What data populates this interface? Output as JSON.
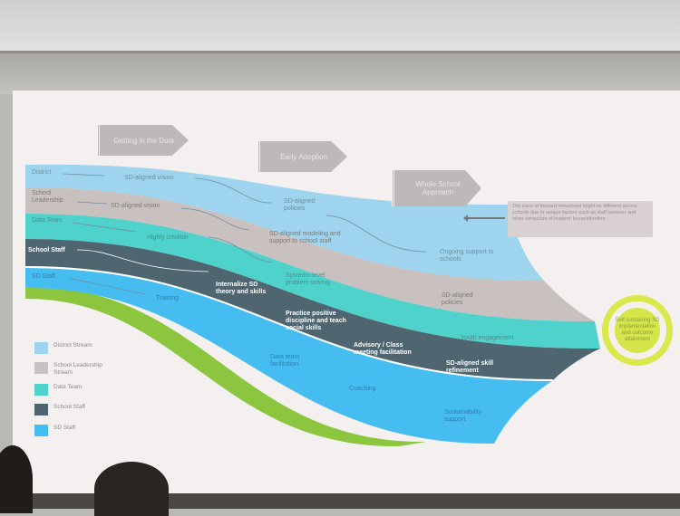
{
  "phases": [
    {
      "label": "Getting in the Door"
    },
    {
      "label": "Early Adoption"
    },
    {
      "label": "Whole School Approach"
    }
  ],
  "streams": {
    "district": {
      "name": "District",
      "steps": [
        "SD-aligned vision",
        "SD-aligned policies",
        "Ongoing support to schools"
      ]
    },
    "leadership": {
      "name": "School Leadership",
      "steps": [
        "SD-aligned vision",
        "SD-aligned modeling and support to school staff",
        "SD-aligned policies"
      ]
    },
    "data_team": {
      "name": "Data Team",
      "steps": [
        "Highly credible",
        "Systems-level problem solving",
        "Youth engagement"
      ]
    },
    "school_staff": {
      "name": "School Staff",
      "steps": [
        "Internalize SD theory and skills",
        "Practice positive discipline and teach social skills",
        "Advisory / Class meeting facilitation",
        "SD-aligned skill refinement"
      ]
    },
    "sd_staff": {
      "name": "SD Staff",
      "steps": [
        "Training",
        "Data team facilitation",
        "Coaching",
        "Sustainability support"
      ]
    }
  },
  "note": "The pace of forward movement might be different across schools due to unique factors such as staff turnover and other detractors of leaders' focus/attention",
  "goal": "Self sustaining SD implementation and outcome attainment",
  "legend": [
    {
      "label": "District Stream",
      "color": "#9fd4ee"
    },
    {
      "label": "School Leadership Stream",
      "color": "#c9c1c0"
    },
    {
      "label": "Data Team",
      "color": "#4fd2cc"
    },
    {
      "label": "School Staff",
      "color": "#4f6670"
    },
    {
      "label": "SD Staff",
      "color": "#45bdf0"
    }
  ],
  "colors": {
    "district": "#9fd4ee",
    "leadership": "#c9c1c0",
    "data_team": "#4fd2cc",
    "school_staff": "#4f6670",
    "sd_staff": "#45bdf0",
    "green": "#8cc63f",
    "goal": "#dbe84a"
  }
}
